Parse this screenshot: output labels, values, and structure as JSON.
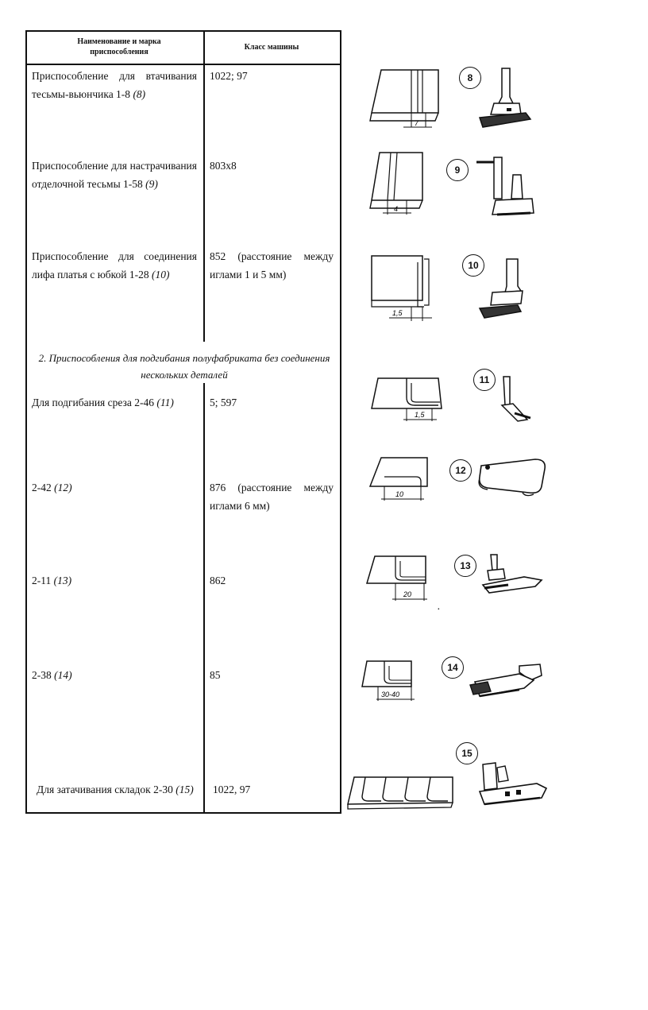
{
  "header": {
    "col1": "Наименование и марка приспособления",
    "col2": "Класс машины"
  },
  "rows": [
    {
      "name": "Приспособление для втачивания тесьмы-вьюнчика 1-8",
      "fig": "(8)",
      "machine": "1022; 97"
    },
    {
      "name": "Приспособление для настрачивания отделочной тесьмы 1-58",
      "fig": "(9)",
      "machine": "803х8"
    },
    {
      "name": "Приспособление для соединения лифа платья с юбкой 1-28",
      "fig": "(10)",
      "machine": "852 (расстояние между иглами 1 и 5 мм)"
    }
  ],
  "section2": "2. Приспособления для подгибания полуфабриката без соединения нескольких деталей",
  "rows2": [
    {
      "name": "Для подгибания среза 2-46",
      "fig": "(11)",
      "machine": "5; 597"
    },
    {
      "name": "2-42",
      "fig": "(12)",
      "machine": "876 (расстояние между иглами 6 мм)"
    },
    {
      "name": "2-11",
      "fig": "(13)",
      "machine": "862"
    },
    {
      "name": "2-38",
      "fig": "(14)",
      "machine": "85"
    },
    {
      "name": "Для затачивания складок 2-30",
      "fig": "(15)",
      "machine": "1022, 97"
    }
  ],
  "figures": {
    "f8": {
      "num": "8",
      "dim": "7"
    },
    "f9": {
      "num": "9",
      "dim": "4"
    },
    "f10": {
      "num": "10",
      "dim": "1,5"
    },
    "f11": {
      "num": "11",
      "dim": "1,5"
    },
    "f12": {
      "num": "12",
      "dim": "10"
    },
    "f13": {
      "num": "13",
      "dim": "20"
    },
    "f14": {
      "num": "14",
      "dim": "30-40"
    },
    "f15": {
      "num": "15"
    }
  }
}
